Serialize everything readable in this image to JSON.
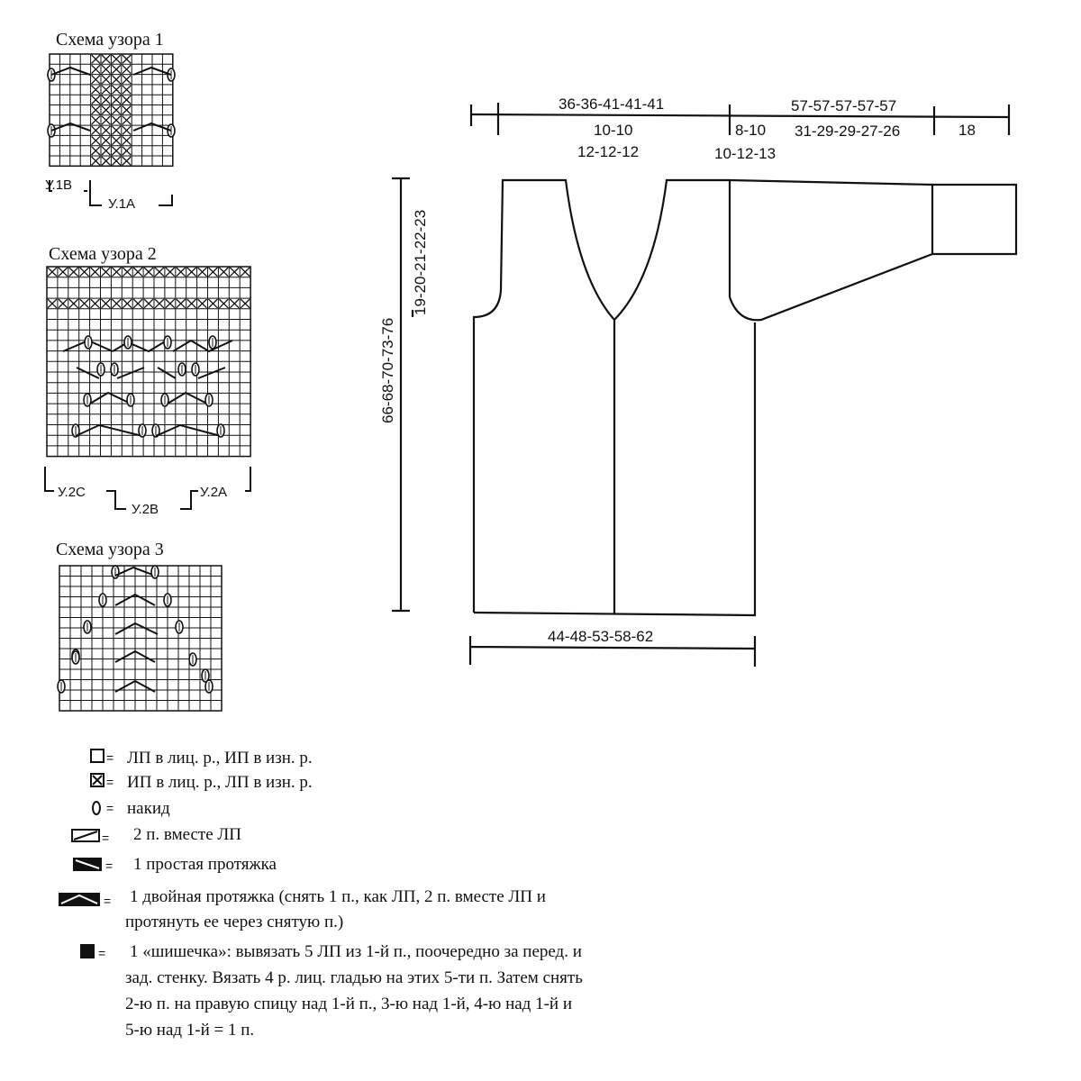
{
  "charts": {
    "chart1": {
      "title": "Схема узора 1",
      "labels": [
        "У.1В",
        "У.1А"
      ]
    },
    "chart2": {
      "title": "Схема узора 2",
      "labels": [
        "У.2С",
        "У.2В",
        "У.2А"
      ]
    },
    "chart3": {
      "title": "Схема узора 3"
    }
  },
  "schematic": {
    "top_left_total": "36-36-41-41-41",
    "neck_width_line1": "10-10",
    "neck_width_line2": "12-12-12",
    "shoulder_line1": "8-10",
    "shoulder_line2": "10-12-13",
    "sleeve_total": "57-57-57-57-57",
    "sleeve_mid": "31-29-29-27-26",
    "cuff": "18",
    "total_length": "66-68-70-73-76",
    "armhole_depth": "19-20-21-22-23",
    "bottom_width": "44-48-53-58-62"
  },
  "legend": [
    {
      "icon": "empty-square-icon",
      "text": "ЛП в лиц. р., ИП в изн. р."
    },
    {
      "icon": "crossed-square-icon",
      "text": "ИП в лиц. р., ЛП в изн. р."
    },
    {
      "icon": "yarn-over-icon",
      "text": "накид"
    },
    {
      "icon": "k2tog-icon",
      "text": "2 п. вместе ЛП"
    },
    {
      "icon": "ssk-icon",
      "text": "1 простая протяжка"
    },
    {
      "icon": "double-decrease-icon",
      "text_line1": "1 двойная протяжка (снять 1 п., как ЛП, 2 п. вместе ЛП и",
      "text_line2": "протянуть ее через снятую п.)"
    },
    {
      "icon": "bobble-icon",
      "text_line1": "1 «шишечка»: вывязать 5 ЛП из 1-й п., поочередно за перед. и",
      "text_line2": "зад. стенку. Вязать 4 р. лиц. гладью на этих 5-ти п. Затем снять",
      "text_line3": "2-ю п. на правую спицу над 1-й п., 3-ю над 1-й, 4-ю над 1-й и",
      "text_line4": "5-ю над 1-й = 1 п."
    }
  ]
}
